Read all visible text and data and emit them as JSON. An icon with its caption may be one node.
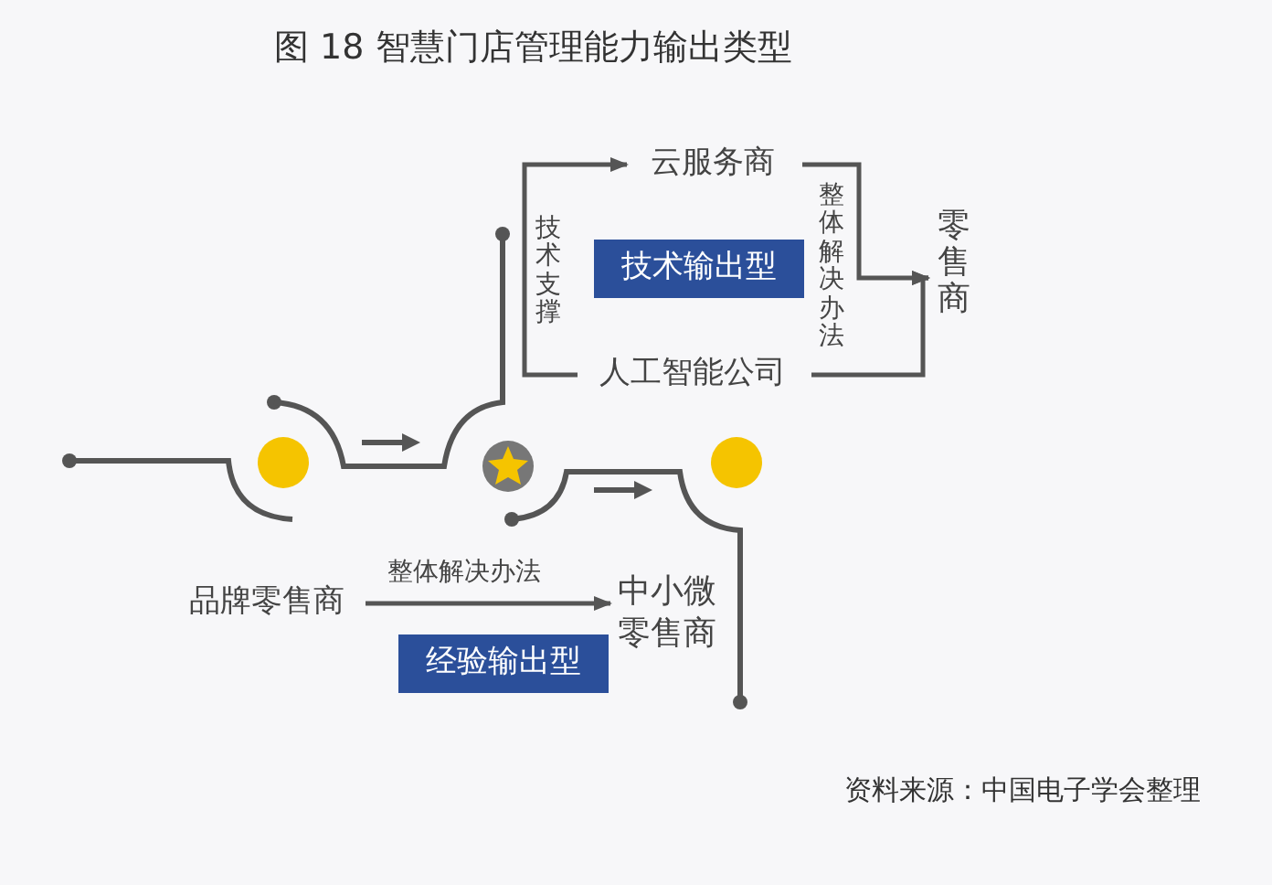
{
  "diagram": {
    "title": "图 18 智慧门店管理能力输出类型",
    "nodes": [
      {
        "text": [
          "云服务商"
        ]
      },
      {
        "text": [
          "人工智能公司"
        ]
      },
      {
        "text": [
          "零售商"
        ]
      },
      {
        "text": [
          "品牌零售商"
        ]
      },
      {
        "text": [
          "中小微零售商"
        ]
      },
      {
        "text": [
          "技术输出型"
        ]
      },
      {
        "text": [
          "经验输出型"
        ]
      }
    ],
    "edges": [
      {
        "from": null,
        "to": 0,
        "arrow": "to",
        "label": "技术支撑"
      },
      {
        "from": null,
        "to": 1,
        "arrow": "none"
      },
      {
        "from": 0,
        "to": 2,
        "arrow": "to",
        "label": "整体解决办法"
      },
      {
        "from": 1,
        "to": 2,
        "arrow": "to"
      },
      {
        "from": 3,
        "to": 4,
        "arrow": "to",
        "label": "整体解决办法"
      }
    ],
    "labels": [
      "资料来源：中国电子学会整理"
    ]
  }
}
